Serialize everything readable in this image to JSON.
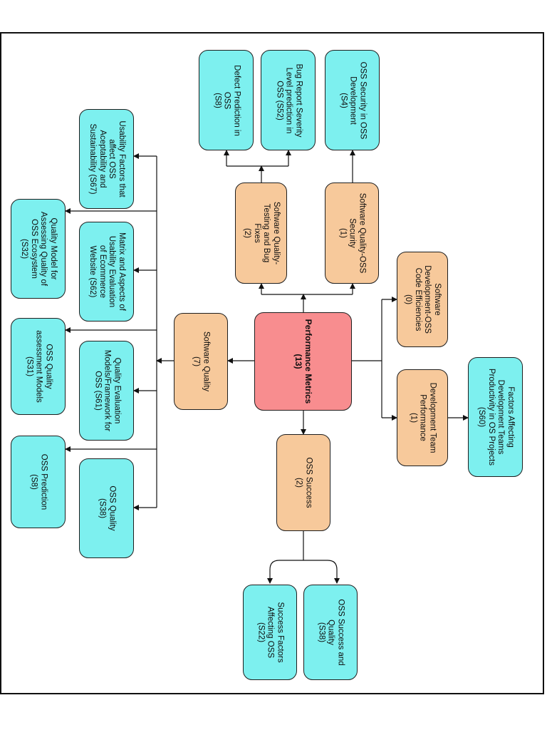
{
  "nodes": {
    "root": {
      "text": "Performance Metrics\n(13)",
      "color": "#f88d8f"
    },
    "software_quality": {
      "text": "Software Quality\n(7)",
      "color": "#f7c99b"
    },
    "sq_testing": {
      "text": "Software Quality-\nTesting and Bug\nFixes\n(2)",
      "color": "#f7c99b"
    },
    "sq_security": {
      "text": "Software Quality-OSS\nSecurity\n(1)",
      "color": "#f7c99b"
    },
    "sd_efficiencies": {
      "text": "Software\nDevelopment-OSS\nCode Efficiencies\n(0)",
      "color": "#f7c99b"
    },
    "dev_team": {
      "text": "Development Team\nPerformance\n(1)",
      "color": "#f7c99b"
    },
    "oss_success": {
      "text": "OSS Success\n(2)",
      "color": "#f7c99b"
    },
    "defect_prediction": {
      "text": "Defect Prediction in\nOSS\n(S8)",
      "color": "#7df0ef"
    },
    "bug_severity": {
      "text": "Bug Report Severity\nLevel prediction in\nOSS (S52)",
      "color": "#7df0ef"
    },
    "oss_security_dev": {
      "text": "OSS Security in OSS\nDevelopment\n(S4)",
      "color": "#7df0ef"
    },
    "usability_factors": {
      "text": "Usability Factors that\naffect OSS\nAceptability and\nSustainability (S67)",
      "color": "#7df0ef"
    },
    "quality_model": {
      "text": "Quality Model for\nAssessing Quality of\nOSS Ecosystem\n(S32)",
      "color": "#7df0ef"
    },
    "matrix_usability": {
      "text": "Matrix and Aspects of\nUsability Evaluation\nof Ecommerce\nWebsite (S62)",
      "color": "#7df0ef"
    },
    "oss_quality_models": {
      "text": "OSS Quality\nassessment Models\n(S31)",
      "color": "#7df0ef"
    },
    "quality_eval": {
      "text": "Quality Evaluation\nModels/Framework for\nOSS (S61)",
      "color": "#7df0ef"
    },
    "oss_prediction": {
      "text": "OSS Prediction\n(S8)",
      "color": "#7df0ef"
    },
    "oss_quality": {
      "text": "OSS Quality\n(S38)",
      "color": "#7df0ef"
    },
    "dev_team_factors": {
      "text": "Factors Affecting\nDevelopment Teams\nProductivity in OS Projects\n(S60)",
      "color": "#7df0ef"
    },
    "success_factors": {
      "text": "Success Factors\nAffecting OSS\n(S22)",
      "color": "#7df0ef"
    },
    "oss_success_quality": {
      "text": "OSS Success and\nQuality\n(S38)",
      "color": "#7df0ef"
    }
  }
}
